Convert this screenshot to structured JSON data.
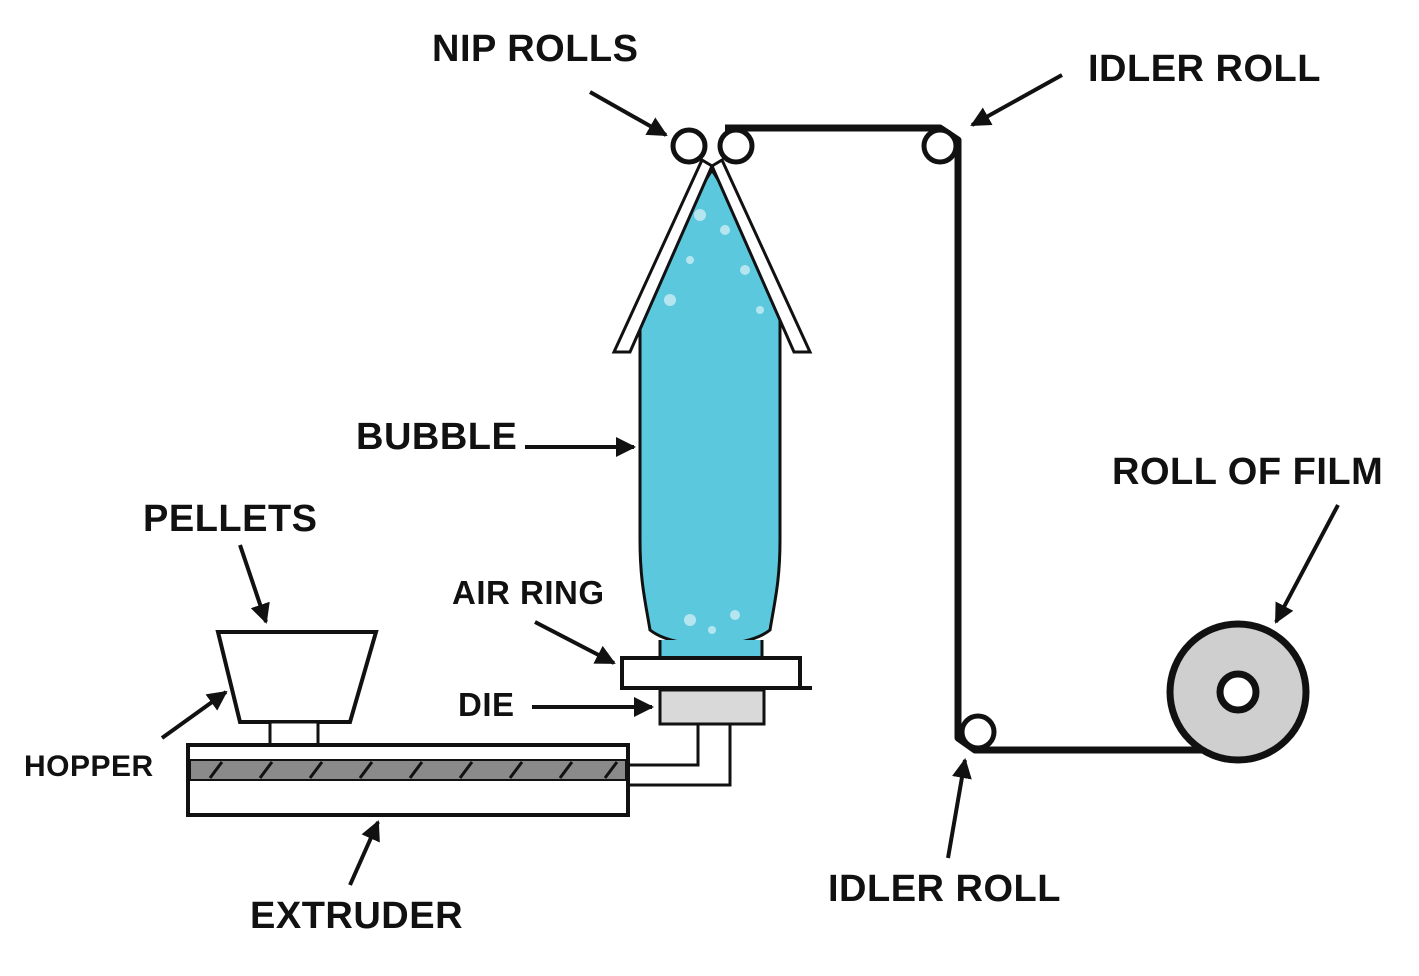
{
  "diagram": {
    "labels": {
      "nip_rolls": "NIP ROLLS",
      "idler_roll_top": "IDLER ROLL",
      "bubble": "BUBBLE",
      "roll_of_film": "ROLL OF FILM",
      "pellets": "PELLETS",
      "air_ring": "AIR RING",
      "die": "DIE",
      "hopper": "HOPPER",
      "extruder": "EXTRUDER",
      "idler_roll_bottom": "IDLER ROLL"
    },
    "colors": {
      "bubble_fill": "#5bc8dd",
      "line": "#111111",
      "film_roll": "#cfcfcf",
      "screw_band": "#8a8a8a",
      "die_fill": "#d9d9d9"
    }
  }
}
